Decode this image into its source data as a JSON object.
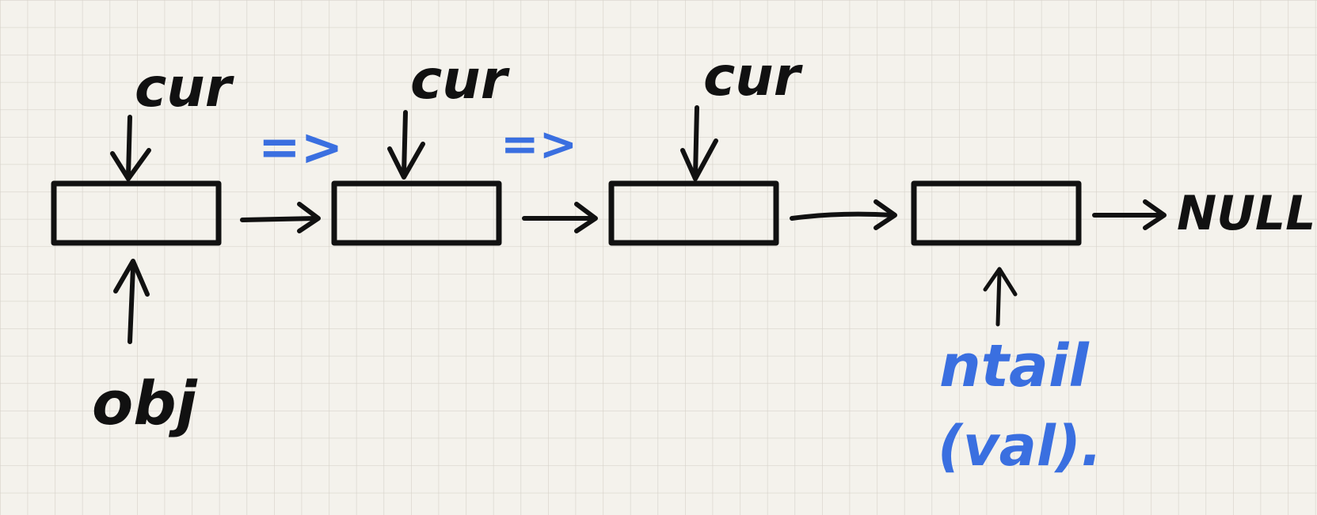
{
  "labels": {
    "cur_1": "cur",
    "cur_2": "cur",
    "cur_3": "cur",
    "obj": "obj",
    "null_end": "NULL.",
    "ntail": "ntail",
    "val": "(val)."
  },
  "step_markers": [
    "=>",
    "=>"
  ],
  "nodes": [
    "node-1",
    "node-2",
    "node-3",
    "node-4"
  ],
  "colors": {
    "paper": "#f4f2ec",
    "grid": "#d7d3cb",
    "ink": "#111111",
    "blue": "#3a6fe0"
  }
}
